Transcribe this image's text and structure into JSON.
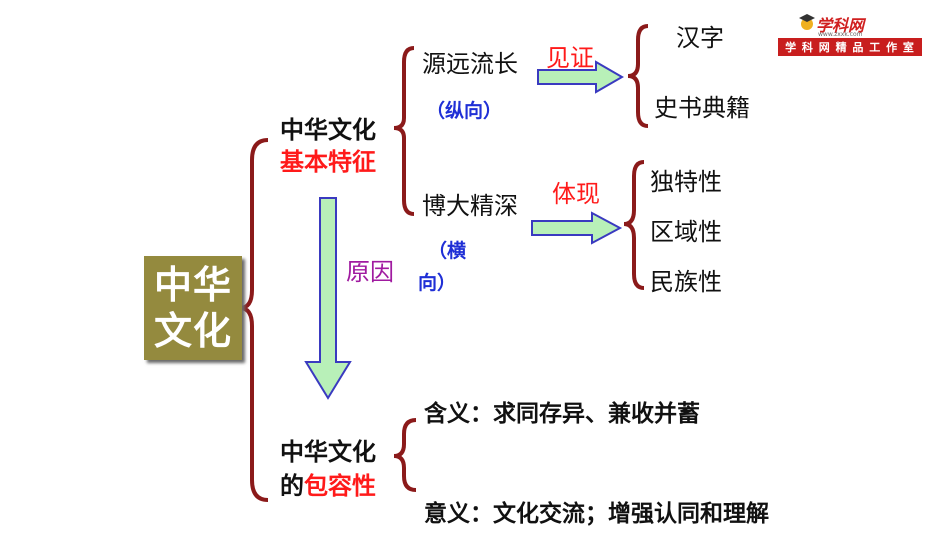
{
  "watermark": {
    "name": "学科网",
    "url": "www.zxxk.com",
    "banner": "学 科 网 精 品 工 作 室"
  },
  "root": {
    "line1": "中华",
    "line2": "文化"
  },
  "branch_features": {
    "line1": "中华文化",
    "line2": "基本特征",
    "longevity": {
      "label": "源远流长",
      "direction": "（纵向）",
      "relation": "见证",
      "evidence": [
        "汉字",
        "史书典籍"
      ]
    },
    "depth": {
      "label": "博大精深",
      "direction_line1": "（横",
      "direction_line2": "向）",
      "relation": "体现",
      "manifestations": [
        "独特性",
        "区域性",
        "民族性"
      ]
    }
  },
  "cause_label": "原因",
  "branch_inclusive": {
    "line1": "中华文化",
    "line2_prefix": "的",
    "line2_highlight": "包容性",
    "meaning": "含义：求同存异、兼收并蓄",
    "significance": "意义：文化交流；增强认同和理解"
  },
  "colors": {
    "bracket": "#8b1a1a",
    "root_box": "#948a3e",
    "arrow_fill": "#b8f0b8",
    "arrow_stroke": "#3a3ac0",
    "highlight": "#ff1a1a",
    "direction_text": "#1f2fd6",
    "cause_text": "#a01aa0"
  }
}
